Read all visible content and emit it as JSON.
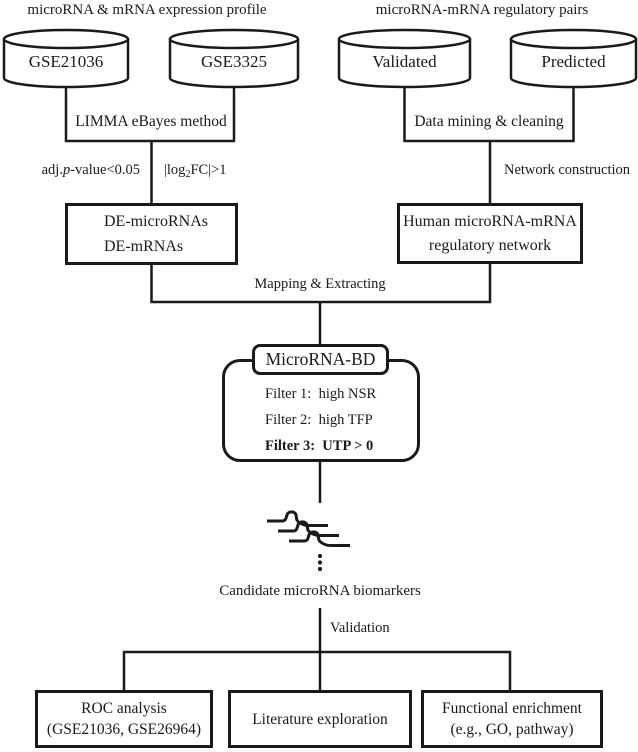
{
  "colors": {
    "ink": "#1a1a1a",
    "paper": "#ffffff"
  },
  "section_titles": {
    "expression": "microRNA & mRNA expression profile",
    "regulatory": "microRNA-mRNA regulatory pairs"
  },
  "cylinders": [
    {
      "label": "GSE21036"
    },
    {
      "label": "GSE3325"
    },
    {
      "label": "Validated"
    },
    {
      "label": "Predicted"
    }
  ],
  "connectors": {
    "limma": "LIMMA eBayes method",
    "data_mining": "Data mining & cleaning",
    "adj_p": {
      "prefix": "adj.",
      "italic": "p",
      "suffix": "-value<0.05"
    },
    "log_fc": {
      "prefix": "|log",
      "sub": "2",
      "suffix": "FC|>1"
    },
    "network_construction": "Network construction",
    "mapping_extracting": "Mapping & Extracting",
    "validation": "Validation"
  },
  "boxes": {
    "de": {
      "line1": "DE-microRNAs",
      "line2": "DE-mRNAs"
    },
    "human_network": {
      "line1": "Human microRNA-mRNA",
      "line2": "regulatory network"
    },
    "microrna_bd": {
      "title": "MicroRNA-BD",
      "filter1": "Filter 1:  high NSR",
      "filter2": "Filter 2:  high TFP",
      "filter3": "Filter 3:  UTP > 0"
    },
    "roc": {
      "line1": "ROC analysis",
      "line2": "(GSE21036, GSE26964)"
    },
    "literature": {
      "line1": "Literature exploration"
    },
    "functional": {
      "line1": "Functional enrichment",
      "line2": "(e.g., GO, pathway)"
    }
  },
  "candidate_label": "Candidate microRNA biomarkers",
  "icons": {
    "microrna_hairpin": "stem-loop-stack",
    "vertical_ellipsis": "⋮"
  }
}
